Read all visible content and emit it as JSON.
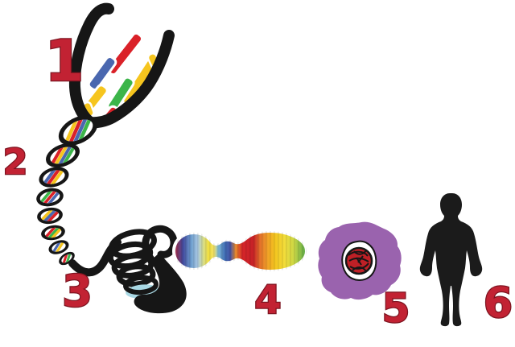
{
  "diagram": {
    "stages": [
      {
        "marker": "1",
        "name": "dna-base-pairs-unzipped"
      },
      {
        "marker": "2",
        "name": "dna-double-helix"
      },
      {
        "marker": "3",
        "name": "coiled-chromatin-fiber"
      },
      {
        "marker": "4",
        "name": "chromosome"
      },
      {
        "marker": "5",
        "name": "cell-nucleus"
      },
      {
        "marker": "6",
        "name": "human-body"
      }
    ]
  },
  "palette": {
    "black": "#161616",
    "base_red": "#da2128",
    "base_blue": "#4a67af",
    "base_yellow": "#f6c51e",
    "base_green": "#3cb54a",
    "cyan_disc": "#a9d8e4",
    "nucleus_purple": "#9a63ae",
    "chromatin_red": "#bf2026",
    "marker_fill": "#c22233",
    "marker_outline": "#7d1420",
    "background": "#ffffff"
  },
  "chromosome_gradient": [
    "#c62127",
    "#414a9e",
    "#6e9ecf",
    "#d6dd8a",
    "#f2de3c",
    "#7fbcd8",
    "#3f6cb4",
    "#e98a2b",
    "#c62127",
    "#e3702a",
    "#f3c41e",
    "#f2dc3a",
    "#cdd745",
    "#4ba147"
  ]
}
